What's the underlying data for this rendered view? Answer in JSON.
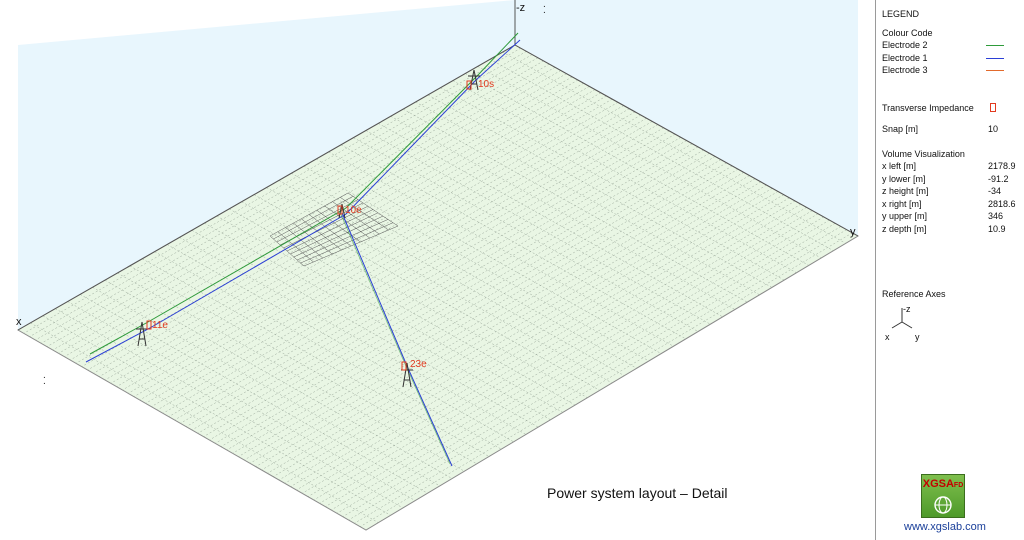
{
  "view": {
    "caption": "Power system layout – Detail",
    "axis_labels": {
      "x": "x",
      "y": "y",
      "z": "-z"
    },
    "towers": [
      {
        "label": "10s"
      },
      {
        "label": "10e"
      },
      {
        "label": "11e"
      },
      {
        "label": "23e"
      }
    ],
    "colors": {
      "sky": "#e8f6fd",
      "ground": "#e9f6e4",
      "grid": "#9aa89a",
      "electrode_2": "#2e9b3a",
      "electrode_1": "#2b3fd6",
      "electrode_3": "#e26a2c",
      "label": "#e23a1f"
    }
  },
  "legend": {
    "title": "LEGEND",
    "colour_code_label": "Colour Code",
    "electrodes": [
      {
        "label": "Electrode  2",
        "color": "#2e9b3a"
      },
      {
        "label": "Electrode  1",
        "color": "#2b3fd6"
      },
      {
        "label": "Electrode  3",
        "color": "#e26a2c"
      }
    ],
    "transverse_impedance_label": "Transverse Impedance",
    "snap_label": "Snap [m]",
    "snap_value": "10",
    "volume_title": "Volume Visualization",
    "volume": [
      {
        "label": "x left [m]",
        "value": "2178.9"
      },
      {
        "label": "y lower [m]",
        "value": "-91.2"
      },
      {
        "label": "z height [m]",
        "value": "-34"
      },
      {
        "label": "x right [m]",
        "value": "2818.6"
      },
      {
        "label": "y upper [m]",
        "value": "346"
      },
      {
        "label": "z depth [m]",
        "value": "10.9"
      }
    ],
    "reference_axes_title": "Reference Axes",
    "ref_axes": {
      "z": "-z",
      "x": "x",
      "y": "y"
    },
    "logo_text": "XGSA",
    "logo_suffix": "FD",
    "website": "www.xgslab.com"
  }
}
